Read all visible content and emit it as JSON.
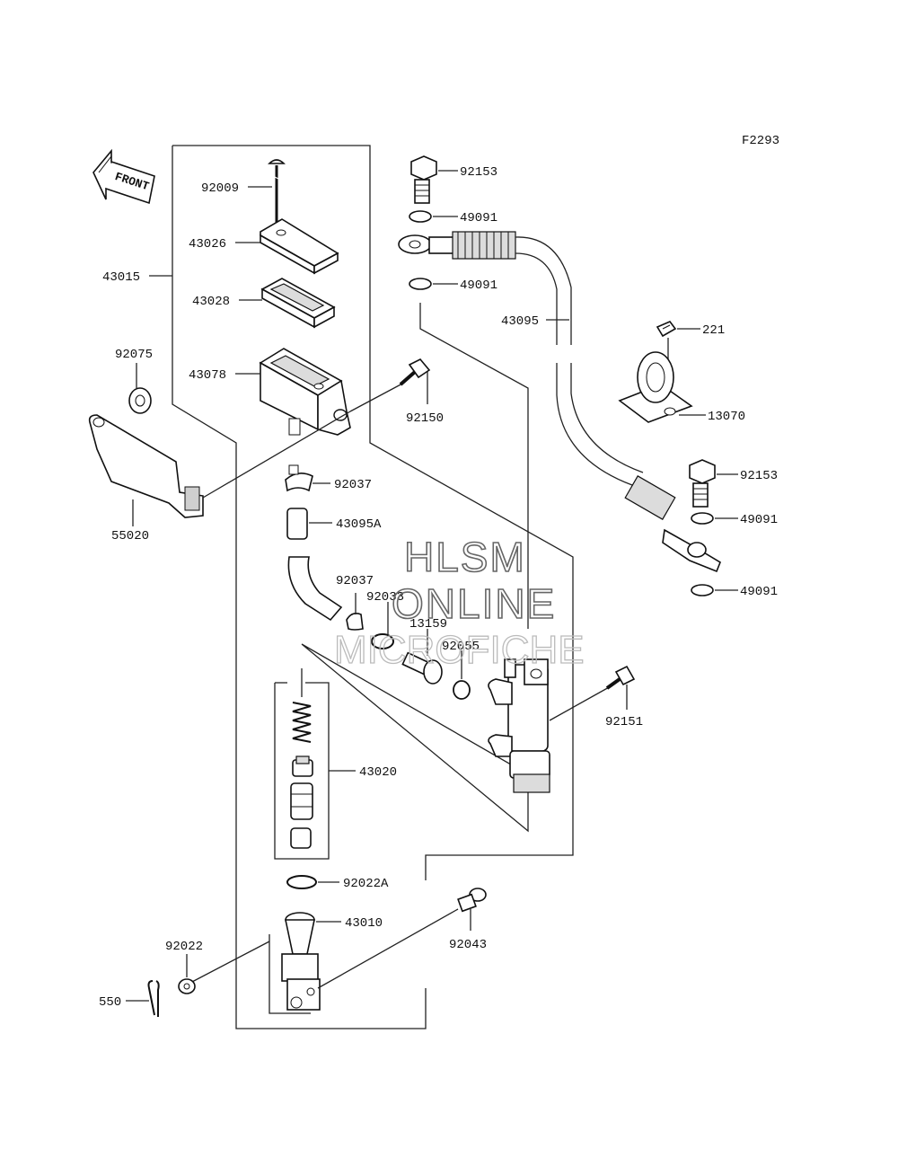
{
  "figure_code": "F2293",
  "front_label": "FRONT",
  "watermark": {
    "line1": "HLSM",
    "line2": "ONLINE",
    "line3": "MICROFICHE"
  },
  "labels": {
    "p92009": "92009",
    "p43026": "43026",
    "p43015": "43015",
    "p43028": "43028",
    "p43078": "43078",
    "p92075": "92075",
    "p55020": "55020",
    "p92150": "92150",
    "p92037a": "92037",
    "p43095a": "43095A",
    "p92037b": "92037",
    "p92033": "92033",
    "p13159": "13159",
    "p92055": "92055",
    "p43020": "43020",
    "p92022a": "92022A",
    "p43010": "43010",
    "p92043": "92043",
    "p92022": "92022",
    "p550": "550",
    "p92151": "92151",
    "p92153a": "92153",
    "p49091a": "49091",
    "p49091b": "49091",
    "p43095": "43095",
    "p221": "221",
    "p13070": "13070",
    "p92153b": "92153",
    "p49091c": "49091",
    "p49091d": "49091"
  }
}
